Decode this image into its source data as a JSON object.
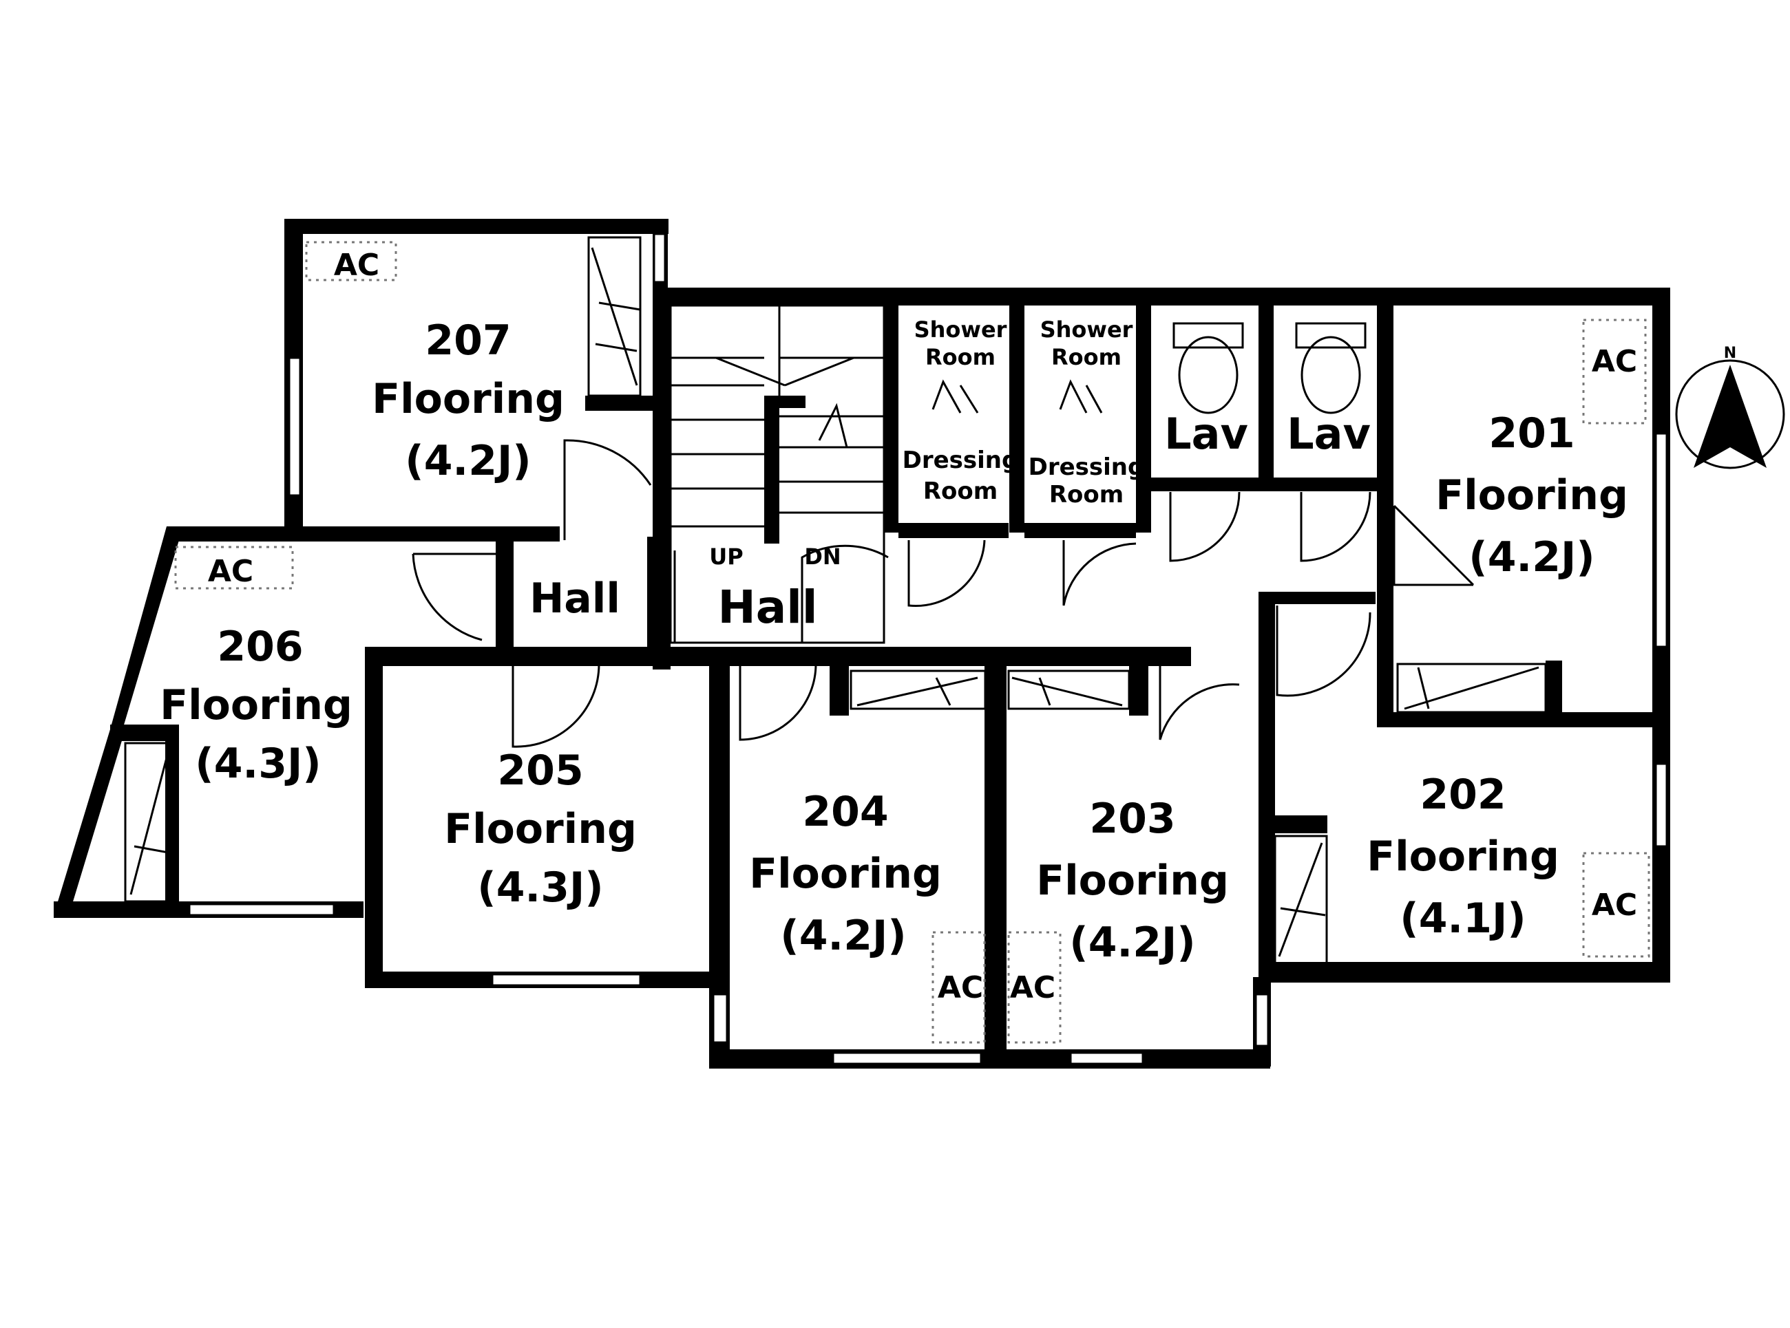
{
  "rooms": {
    "r207": {
      "number": "207",
      "type": "Flooring",
      "size": "(4.2J)"
    },
    "r206": {
      "number": "206",
      "type": "Flooring",
      "size": "(4.3J)"
    },
    "r205": {
      "number": "205",
      "type": "Flooring",
      "size": "(4.3J)"
    },
    "r204": {
      "number": "204",
      "type": "Flooring",
      "size": "(4.2J)"
    },
    "r203": {
      "number": "203",
      "type": "Flooring",
      "size": "(4.2J)"
    },
    "r202": {
      "number": "202",
      "type": "Flooring",
      "size": "(4.1J)"
    },
    "r201": {
      "number": "201",
      "type": "Flooring",
      "size": "(4.2J)"
    }
  },
  "common": {
    "hall": "Hall",
    "stairs_up": "UP",
    "stairs_down": "DN",
    "lav": "Lav",
    "shower_line1": "Shower",
    "shower_line2": "Room",
    "dressing_line1": "Dressing",
    "dressing_line2": "Room",
    "ac": "AC"
  },
  "compass": {
    "label": "N"
  }
}
